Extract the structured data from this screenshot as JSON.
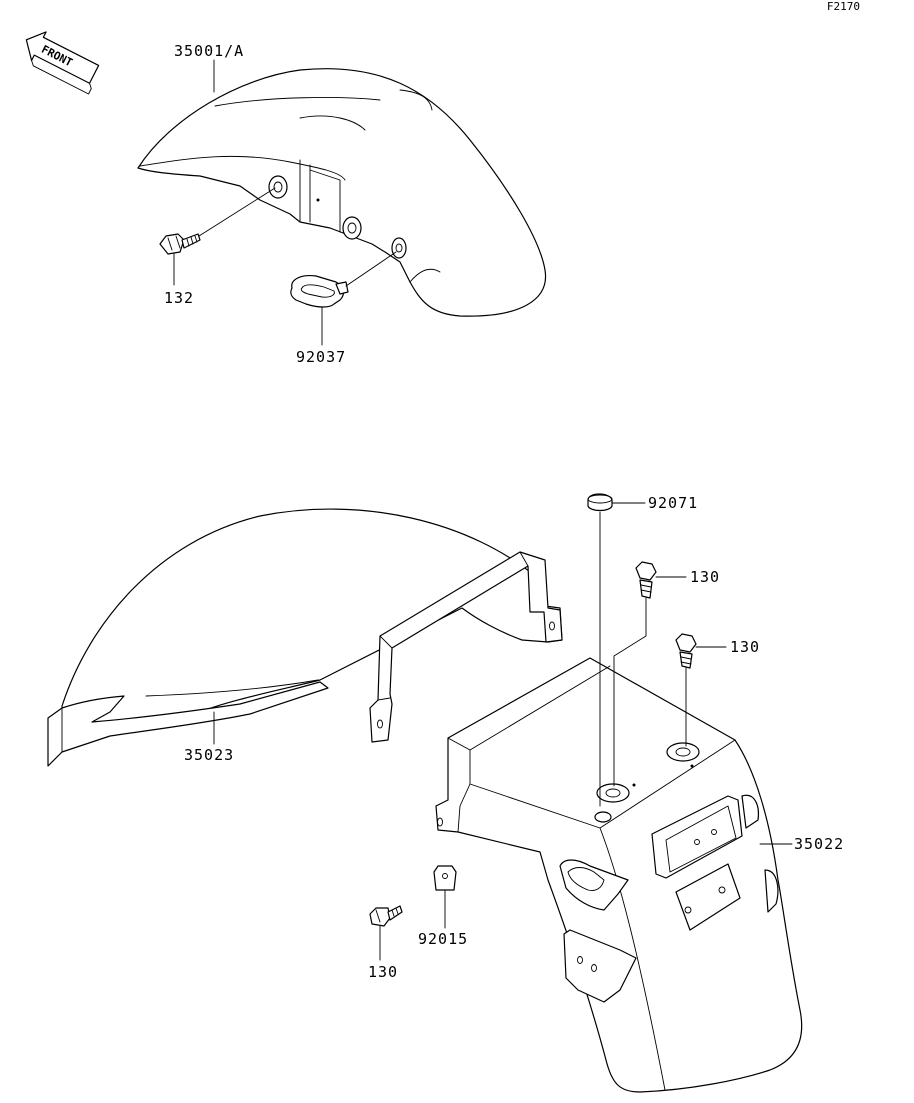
{
  "figure_code": "F2170",
  "direction_label": "FRONT",
  "parts": {
    "front_fender": "35001/A",
    "front_bolt": "132",
    "front_clip": "92037",
    "rear_fender_front": "35023",
    "rear_fender_rear": "35022",
    "cap": "92071",
    "bolt_upper_1": "130",
    "bolt_upper_2": "130",
    "bolt_lower": "130",
    "nut_plate": "92015"
  }
}
